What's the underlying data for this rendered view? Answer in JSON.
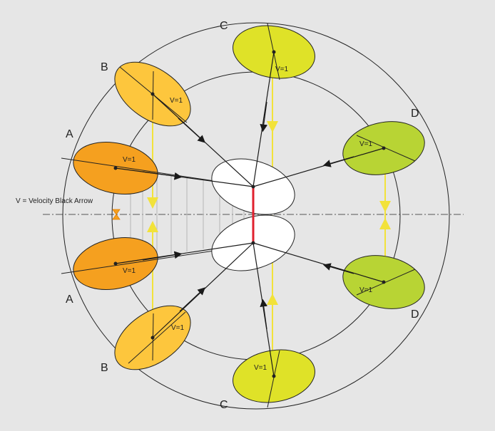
{
  "legend": "V = Velocity Black Arrow",
  "labels": {
    "a_top": "A",
    "a_bottom": "A",
    "b_top": "B",
    "b_bottom": "B",
    "c_top": "C",
    "c_bottom": "C",
    "d_top": "D",
    "d_bottom": "D"
  },
  "velocity_label": "V=1",
  "colors": {
    "background": "#e6e6e6",
    "group_a": "#f5a01f",
    "group_b": "#fdc63d",
    "group_c": "#dfe228",
    "group_d": "#b8d434",
    "central": "#ffffff",
    "contact_line": "#e0202e",
    "arrows": "#1a1a1a",
    "yellow_trace": "#f2e23a",
    "hatch": "#bdbdbd"
  }
}
